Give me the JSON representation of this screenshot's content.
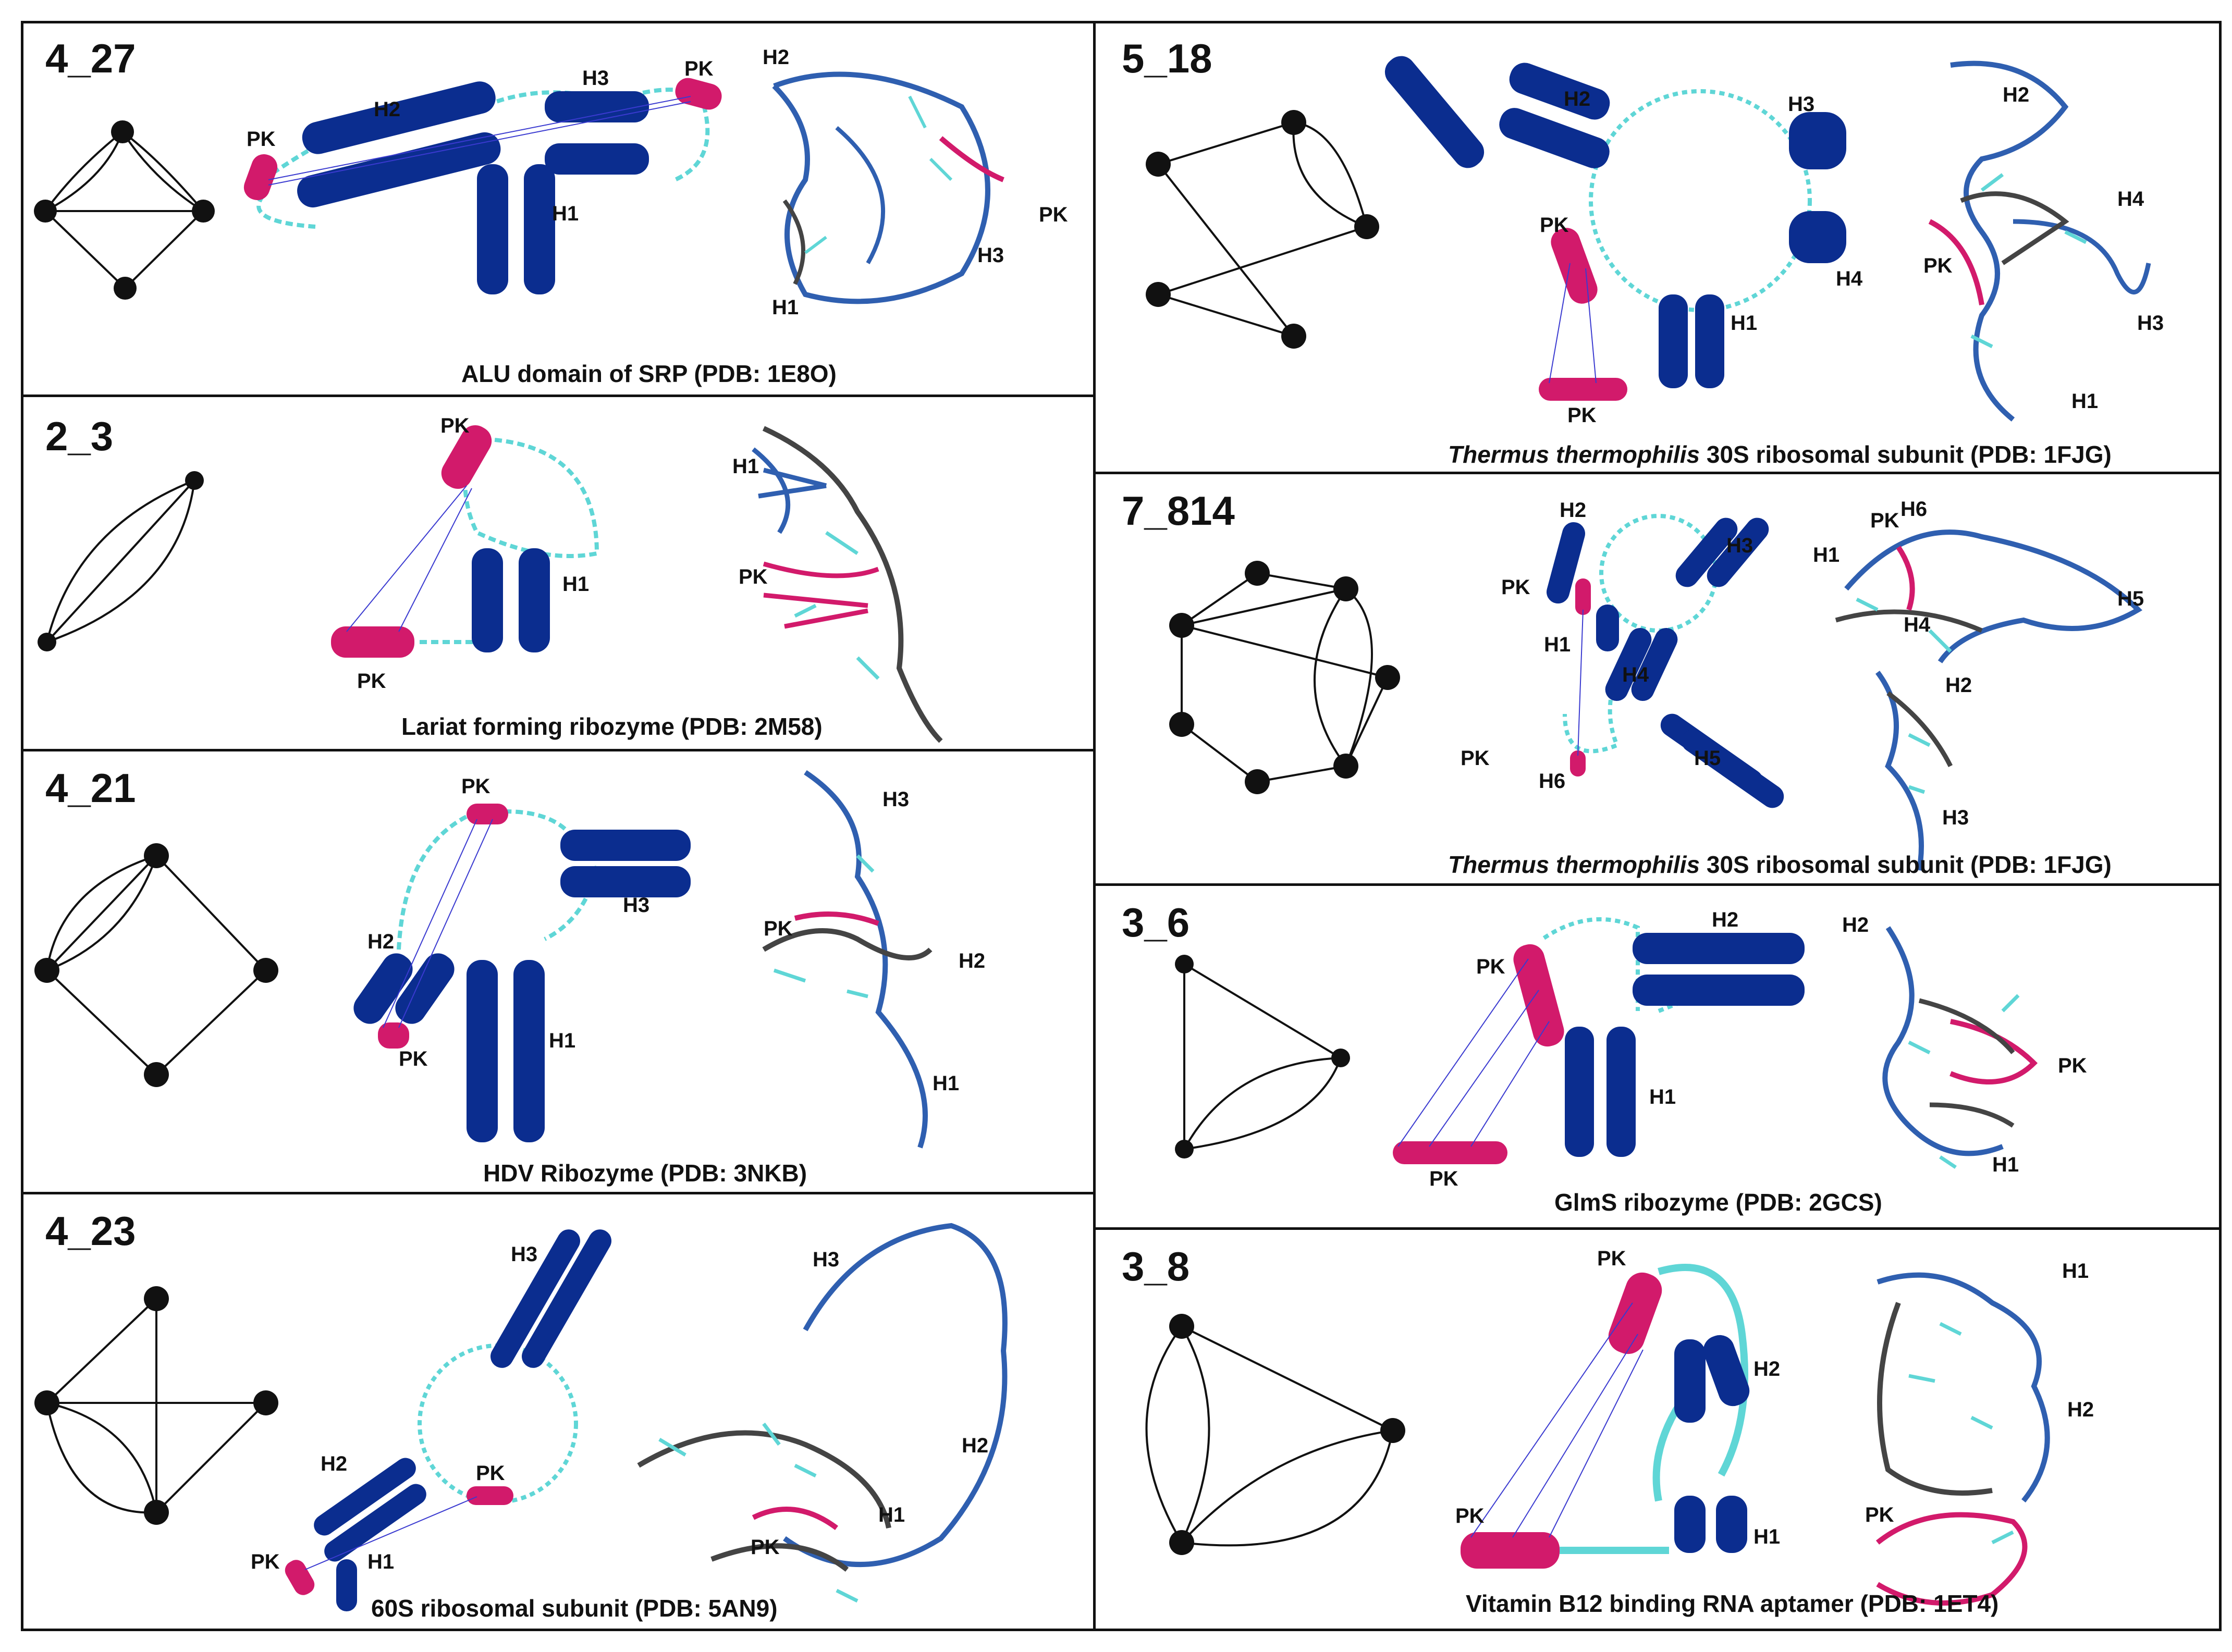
{
  "colors": {
    "helix": "#0b2d8f",
    "loop": "#5fd6d6",
    "pseudoknot": "#d21a6b",
    "grey": "#444444",
    "steel": "#2f5fb0"
  },
  "panels": [
    {
      "id": "4_27",
      "caption": "ALU domain of SRP (PDB: 1E8O)",
      "labels": [
        "PK",
        "H2",
        "H3",
        "PK",
        "H1",
        "H2",
        "PK",
        "H3",
        "H1"
      ]
    },
    {
      "id": "2_3",
      "caption": "Lariat forming ribozyme (PDB: 2M58)",
      "labels": [
        "PK",
        "H1",
        "PK",
        "H1",
        "PK"
      ]
    },
    {
      "id": "4_21",
      "caption": "HDV Ribozyme (PDB: 3NKB)",
      "labels": [
        "PK",
        "H3",
        "H2",
        "PK",
        "H1",
        "H3",
        "PK",
        "H2",
        "H1"
      ]
    },
    {
      "id": "4_23",
      "caption": "60S ribosomal subunit (PDB: 5AN9)",
      "labels": [
        "H3",
        "H2",
        "PK",
        "PK",
        "H1",
        "H3",
        "H2",
        "H1",
        "PK"
      ]
    },
    {
      "id": "5_18",
      "caption_italic": "Thermus thermophilis",
      "caption_rest": " 30S ribosomal subunit (PDB: 1FJG)",
      "labels": [
        "H2",
        "H3",
        "PK",
        "H4",
        "H1",
        "PK",
        "H2",
        "H4",
        "PK",
        "H3",
        "H1"
      ]
    },
    {
      "id": "7_814",
      "caption_italic": "Thermus thermophilis",
      "caption_rest": " 30S ribosomal subunit (PDB: 1FJG)",
      "labels": [
        "H2",
        "H3",
        "PK",
        "H1",
        "H4",
        "PK",
        "H6",
        "H5",
        "PK",
        "H6",
        "H1",
        "H5",
        "H4",
        "H2",
        "H3"
      ]
    },
    {
      "id": "3_6",
      "caption": "GlmS ribozyme (PDB: 2GCS)",
      "labels": [
        "PK",
        "H2",
        "H1",
        "PK",
        "H2",
        "PK",
        "H1"
      ]
    },
    {
      "id": "3_8",
      "caption": "Vitamin B12 binding RNA aptamer (PDB: 1ET4)",
      "labels": [
        "PK",
        "H2",
        "H1",
        "PK",
        "H1",
        "H2",
        "PK"
      ]
    }
  ]
}
